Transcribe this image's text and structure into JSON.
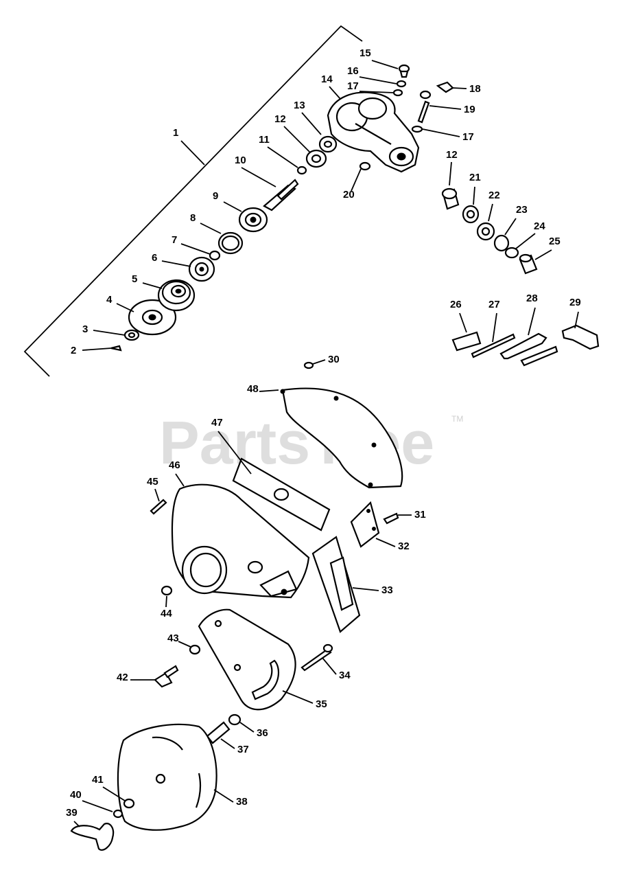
{
  "watermark": {
    "text": "PartsTree",
    "trademark": "TM"
  },
  "callouts": [
    {
      "num": "1"
    },
    {
      "num": "2"
    },
    {
      "num": "3"
    },
    {
      "num": "4"
    },
    {
      "num": "5"
    },
    {
      "num": "6"
    },
    {
      "num": "7"
    },
    {
      "num": "8"
    },
    {
      "num": "9"
    },
    {
      "num": "10"
    },
    {
      "num": "11"
    },
    {
      "num": "12"
    },
    {
      "num": "13"
    },
    {
      "num": "14"
    },
    {
      "num": "15"
    },
    {
      "num": "16"
    },
    {
      "num": "17"
    },
    {
      "num": "18"
    },
    {
      "num": "19"
    },
    {
      "num": "17"
    },
    {
      "num": "12"
    },
    {
      "num": "20"
    },
    {
      "num": "21"
    },
    {
      "num": "22"
    },
    {
      "num": "23"
    },
    {
      "num": "24"
    },
    {
      "num": "25"
    },
    {
      "num": "26"
    },
    {
      "num": "27"
    },
    {
      "num": "28"
    },
    {
      "num": "29"
    },
    {
      "num": "30"
    },
    {
      "num": "31"
    },
    {
      "num": "32"
    },
    {
      "num": "33"
    },
    {
      "num": "34"
    },
    {
      "num": "35"
    },
    {
      "num": "36"
    },
    {
      "num": "37"
    },
    {
      "num": "38"
    },
    {
      "num": "39"
    },
    {
      "num": "40"
    },
    {
      "num": "41"
    },
    {
      "num": "42"
    },
    {
      "num": "43"
    },
    {
      "num": "44"
    },
    {
      "num": "45"
    },
    {
      "num": "46"
    },
    {
      "num": "47"
    },
    {
      "num": "48"
    }
  ]
}
